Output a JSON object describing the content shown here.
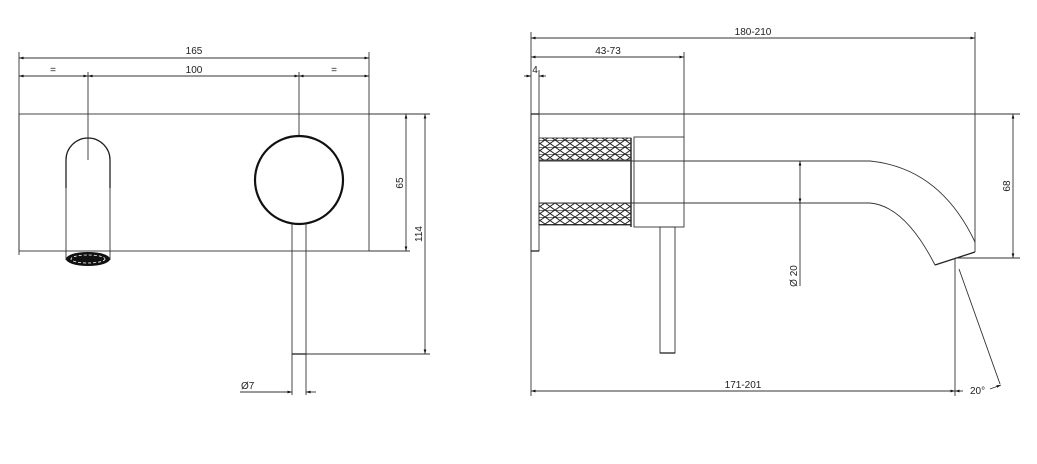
{
  "drawing": {
    "type": "technical drawing - wall mounted basin mixer",
    "front_view": {
      "dimensions": {
        "overall_width": "165",
        "left_equal": "=",
        "spacing": "100",
        "right_equal": "=",
        "plate_height": "65",
        "total_height": "114",
        "lever_diameter": "Ø7"
      }
    },
    "side_view": {
      "dimensions": {
        "overall_projection": "180-210",
        "body_depth": "43-73",
        "plate_thickness": "4",
        "spout_height": "68",
        "spout_diameter": "Ø 20",
        "spout_reach": "171-201",
        "spout_angle": "20°"
      }
    },
    "colors": {
      "line": "#222222",
      "background": "#ffffff"
    }
  }
}
